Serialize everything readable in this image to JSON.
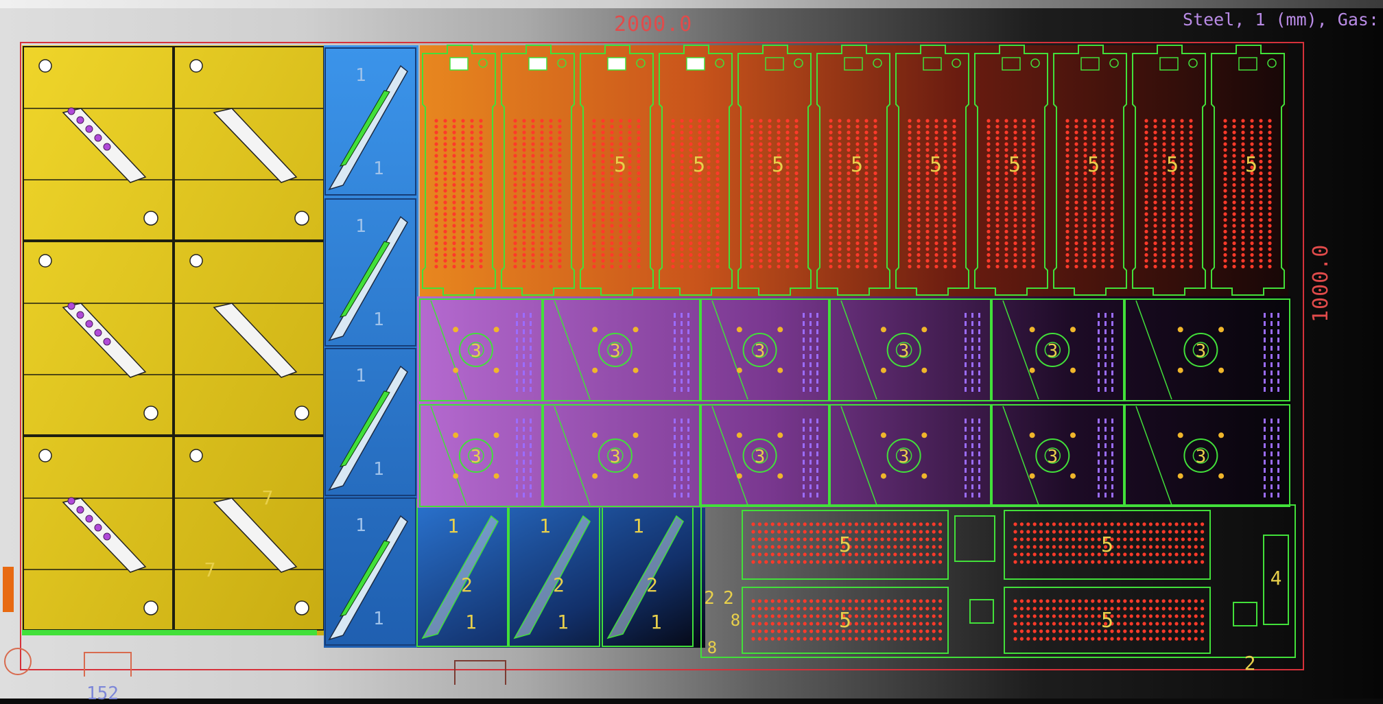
{
  "sheet": {
    "width_label": "2000.0",
    "height_label": "1000.0",
    "material_label": "Steel, 1 (mm), Gas:",
    "corner_label": "152",
    "colors": {
      "sheet_border": "#d6313a",
      "part_outline": "#42e03a",
      "yellow_group": "#e3c719",
      "blue_group": "#2f7fd6",
      "orange_group": "#e07b1e",
      "red_group": "#a8282a",
      "purple_group": "#a65fb8",
      "dark_group": "#0a0a0c",
      "part_number": "#e8d04b",
      "hole_red": "#ff3a2a",
      "hole_violet": "#9b6cff"
    }
  },
  "part_numbers": {
    "yellow": "7",
    "blue": "1",
    "blue_two": "2",
    "top_row": "5",
    "purple_left": "3",
    "purple_right": "3",
    "bottom_large": "5",
    "bottom_small_a": "2",
    "bottom_small_b": "8",
    "bottom_right": "4",
    "bottom_corner": "2"
  }
}
